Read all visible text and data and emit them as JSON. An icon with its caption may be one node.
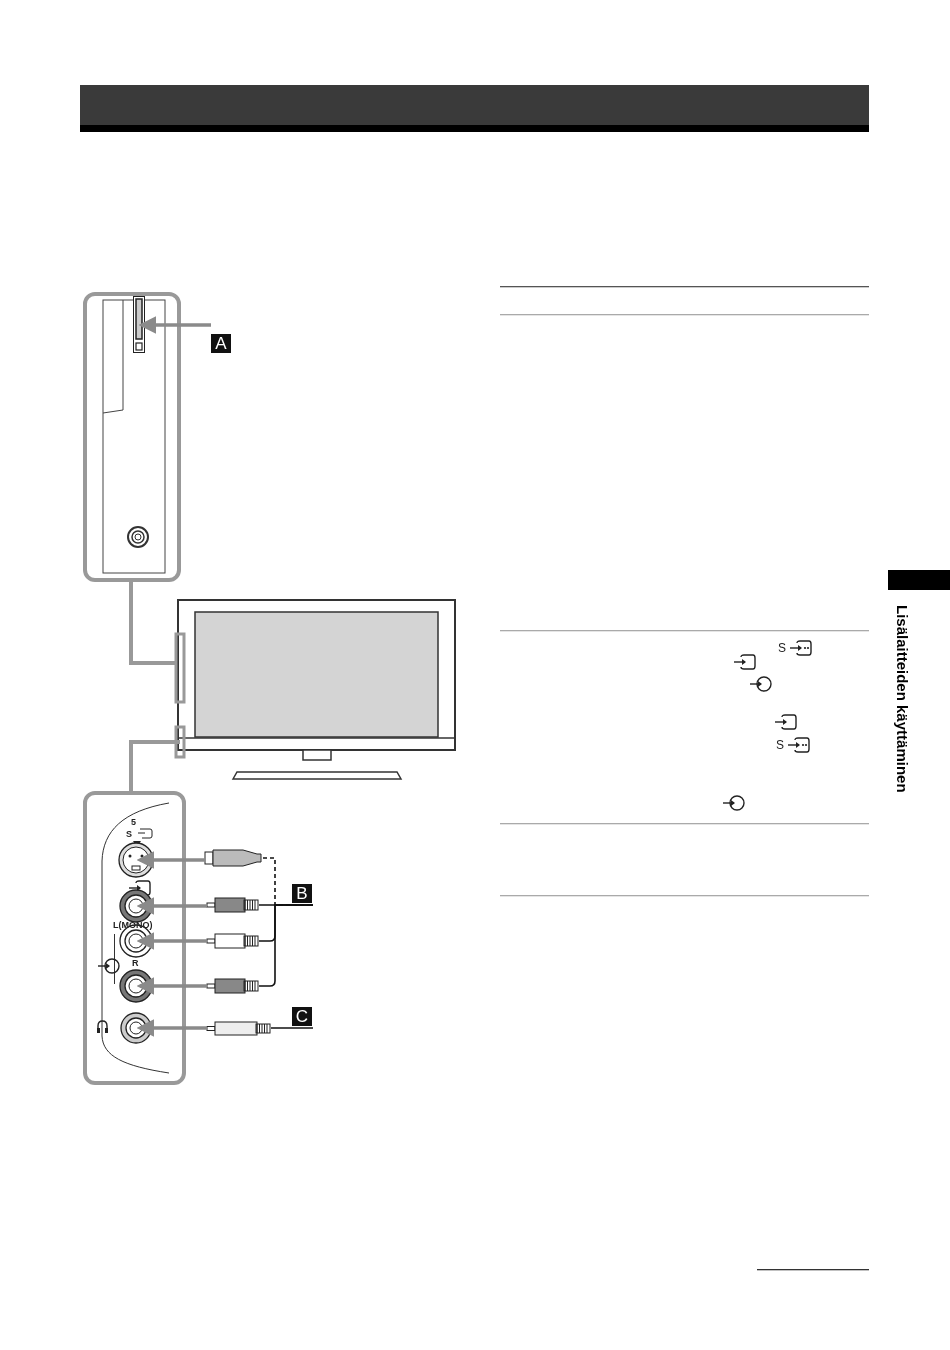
{
  "diagram": {
    "nodes": [
      {
        "text": [
          "A"
        ]
      },
      {
        "text": [],
        "shape": "slot"
      },
      {
        "text": [],
        "shape": "circle"
      },
      {
        "text": [],
        "shape": "circle"
      },
      {
        "text": [],
        "shape": "circle"
      },
      {
        "text": [],
        "shape": "circle"
      },
      {
        "text": [],
        "shape": "circle"
      },
      {
        "text": [],
        "shape": "plug"
      },
      {
        "text": [],
        "shape": "plug"
      },
      {
        "text": [],
        "shape": "plug"
      },
      {
        "text": [],
        "shape": "plug"
      },
      {
        "text": [],
        "shape": "plug"
      },
      {
        "text": [
          "B"
        ]
      },
      {
        "text": [
          "C"
        ]
      }
    ],
    "edges": [
      {
        "from": 0,
        "to": 1,
        "arrow": "to"
      },
      {
        "from": 7,
        "to": 2,
        "arrow": "to"
      },
      {
        "from": 8,
        "to": 3,
        "arrow": "to"
      },
      {
        "from": 9,
        "to": 4,
        "arrow": "to"
      },
      {
        "from": 10,
        "to": 5,
        "arrow": "to"
      },
      {
        "from": 11,
        "to": 6,
        "arrow": "to"
      },
      {
        "from": 7,
        "to": 12,
        "arrow": "none",
        "style": "dashed",
        "color": "#111111"
      },
      {
        "from": 8,
        "to": 12,
        "arrow": "none",
        "color": "#111111"
      },
      {
        "from": 9,
        "to": 12,
        "arrow": "none",
        "color": "#111111"
      },
      {
        "from": 10,
        "to": 12,
        "arrow": "none",
        "color": "#111111"
      },
      {
        "from": 11,
        "to": 13,
        "arrow": "none",
        "color": "#111111"
      }
    ],
    "labels": [
      "5",
      "S",
      "L(MONO)",
      "R",
      "S",
      "S",
      "Lisälaitteiden käyttäminen"
    ]
  }
}
